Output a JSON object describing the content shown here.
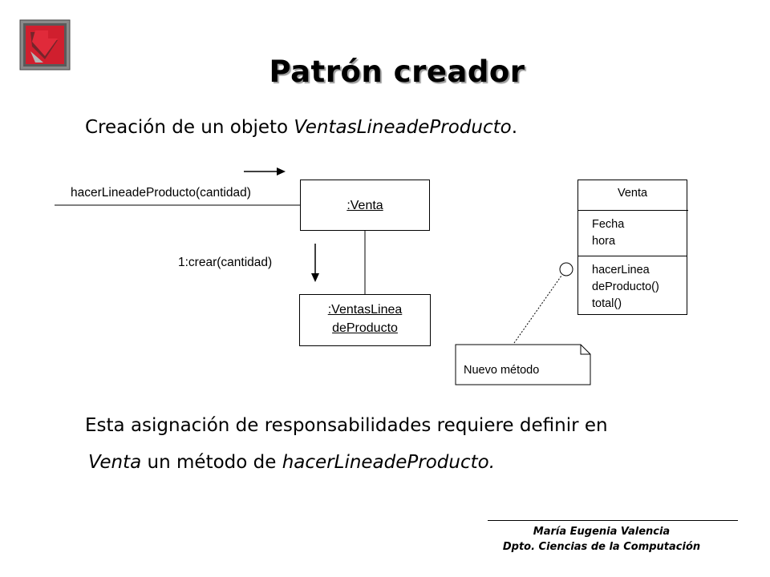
{
  "title": "Patrón creador",
  "subtitle": {
    "prefix": "Creación de un objeto ",
    "object_name": "VentasLineadeProducto",
    "suffix": "."
  },
  "diagram": {
    "incoming_message": "hacerLineadeProducto(cantidad)",
    "venta_instance": ":Venta",
    "create_message": "1:crear(cantidad)",
    "created_instance": {
      "line1": ":VentasLinea",
      "line2": "deProducto"
    },
    "class_box": {
      "name": "Venta",
      "attributes": [
        "Fecha",
        "hora"
      ],
      "methods": [
        "hacerLinea",
        "deProducto()",
        "total()"
      ]
    },
    "note": "Nuevo método"
  },
  "conclusion": {
    "line1": "Esta asignación de responsabilidades requiere definir en",
    "line2_italic_a": "Venta",
    "line2_mid": " un método de ",
    "line2_italic_b": "hacerLineadeProducto.",
    "line2_end": ""
  },
  "footer": {
    "author": "María Eugenia Valencia",
    "department": "Dpto. Ciencias de la Computación"
  },
  "colors": {
    "logo_red": "#c8102e",
    "logo_frame": "#7a7a7a"
  }
}
